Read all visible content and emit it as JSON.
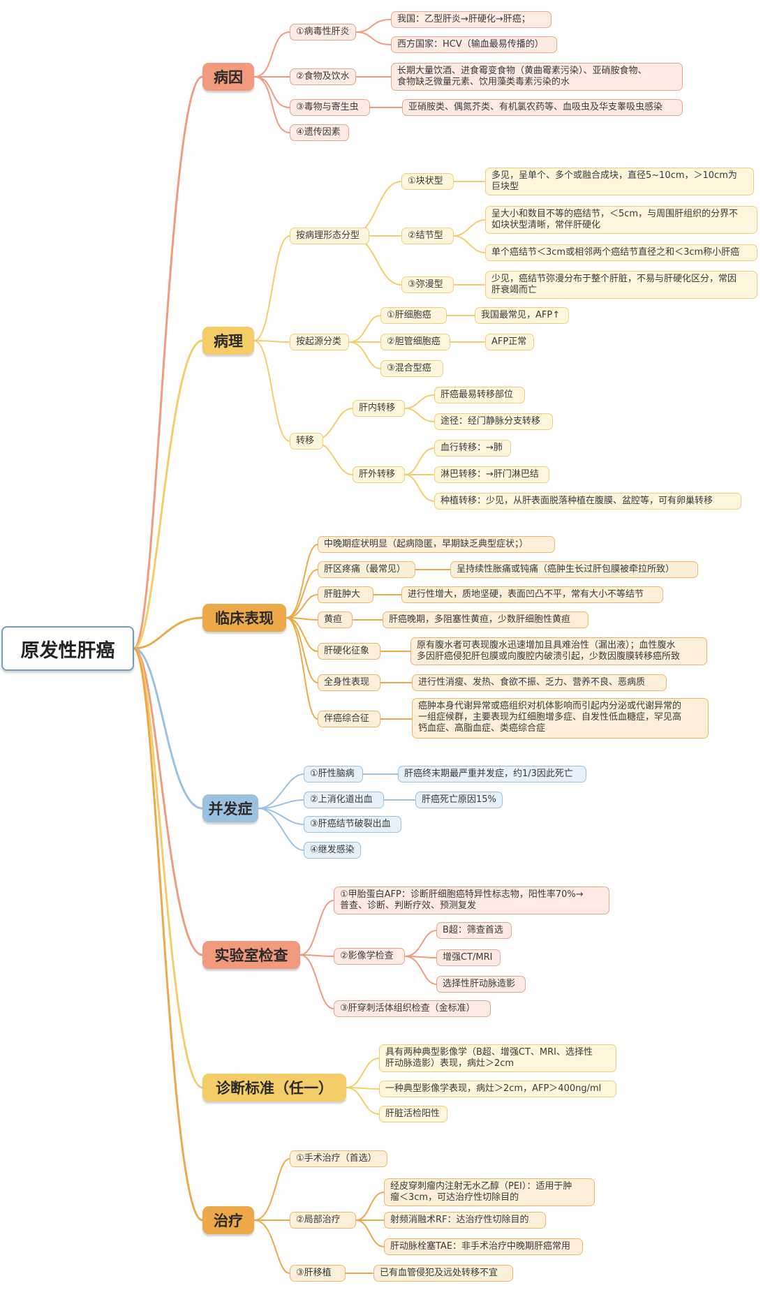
{
  "root": "原发性肝癌",
  "colors": {
    "red": "#f29a7e",
    "yellow": "#f5cd68",
    "orange": "#eda948",
    "blue": "#9cc0df"
  },
  "cause": {
    "title": "病因",
    "viral": "①病毒性肝炎",
    "viral_cn": "我国：乙型肝炎→肝硬化→肝癌；",
    "viral_west": "西方国家：HCV（输血最易传播的）",
    "food": "②食物及饮水",
    "food_desc_1": "长期大量饮酒、进食霉变食物（黄曲霉素污染）、亚硝胺食物、",
    "food_desc_2": "食物缺乏微量元素、饮用藻类毒素污染的水",
    "toxin": "③毒物与寄生虫",
    "toxin_desc": "亚硝胺类、偶氮芥类、有机氯农药等、血吸虫及华支睾吸虫感染",
    "genetic": "④遗传因素"
  },
  "pathology": {
    "title": "病理",
    "morph": "按病理形态分型",
    "mass": "①块状型",
    "mass_desc_1": "多见，呈单个、多个或融合成块，直径5~10cm，＞10cm为",
    "mass_desc_2": "巨块型",
    "nodular": "②结节型",
    "nodular_desc1_1": "呈大小和数目不等的癌结节，＜5cm，与周围肝组织的分界不",
    "nodular_desc1_2": "如块状型清晰，常伴肝硬化",
    "nodular_desc2": "单个癌结节＜3cm或相邻两个癌结节直径之和＜3cm称小肝癌",
    "diffuse": "③弥漫型",
    "diffuse_desc_1": "少见，癌结节弥漫分布于整个肝脏，不易与肝硬化区分，常因",
    "diffuse_desc_2": "肝衰竭而亡",
    "origin": "按起源分类",
    "hcc": "①肝细胞癌",
    "hcc_desc": "我国最常见，AFP↑",
    "cholang": "②胆管细胞癌",
    "cholang_desc": "AFP正常",
    "mixed": "③混合型癌",
    "meta": "转移",
    "intra": "肝内转移",
    "intra_1": "肝癌最易转移部位",
    "intra_2": "途径：经门静脉分支转移",
    "extra": "肝外转移",
    "extra_1": "血行转移：→肺",
    "extra_2": "淋巴转移：→肝门淋巴结",
    "extra_3": "种植转移：少见，从肝表面脱落种植在腹膜、盆腔等，可有卵巢转移"
  },
  "clinical": {
    "title": "临床表现",
    "late": "中晚期症状明显（起病隐匿，早期缺乏典型症状；）",
    "pain": "肝区疼痛（最常见）",
    "pain_desc": "呈持续性胀痛或钝痛（癌肿生长过肝包膜被牵拉所致）",
    "enlarge": "肝脏肿大",
    "enlarge_desc": "进行性增大，质地坚硬，表面凹凸不平，常有大小不等结节",
    "jaundice": "黄疸",
    "jaundice_desc": "肝癌晚期，多阻塞性黄疸，少数肝细胞性黄疸",
    "cirrhosis": "肝硬化征象",
    "cirrhosis_desc_1": "原有腹水者可表现腹水迅速增加且具难治性（漏出液）；血性腹水",
    "cirrhosis_desc_2": "多因肝癌侵犯肝包膜或向腹腔内破溃引起，少数因腹膜转移癌所致",
    "systemic": "全身性表现",
    "systemic_desc": "进行性消瘦、发热、食欲不振、乏力、营养不良、恶病质",
    "paraneo": "伴癌综合征",
    "paraneo_desc_1": "癌肿本身代谢异常或癌组织对机体影响而引起内分泌或代谢异常的",
    "paraneo_desc_2": "一组症候群，主要表现为红细胞增多症、自发性低血糖症，罕见高",
    "paraneo_desc_3": "钙血症、高脂血症、类癌综合症"
  },
  "complication": {
    "title": "并发症",
    "enceph": "①肝性脑病",
    "enceph_desc": "肝癌终末期最严重并发症，约1/3因此死亡",
    "bleed": "②上消化道出血",
    "bleed_desc": "肝癌死亡原因15%",
    "rupture": "③肝癌结节破裂出血",
    "infect": "④继发感染"
  },
  "lab": {
    "title": "实验室检查",
    "afp_1": "①甲胎蛋白AFP：诊断肝细胞癌特异性标志物，阳性率70%→",
    "afp_2": "普查、诊断、判断疗效、预测复发",
    "imaging": "②影像学检查",
    "us": "B超：筛查首选",
    "ct": "增强CT/MRI",
    "angio": "选择性肝动脉造影",
    "biopsy": "③肝穿刺活体组织检查（金标准）"
  },
  "diagnosis": {
    "title": "诊断标准（任一）",
    "c1_1": "具有两种典型影像学（B超、增强CT、MRI、选择性",
    "c1_2": "肝动脉造影）表现，病灶＞2cm",
    "c2": "一种典型影像学表现，病灶＞2cm，AFP＞400ng/ml",
    "c3": "肝脏活检阳性"
  },
  "treatment": {
    "title": "治疗",
    "surgery": "①手术治疗（首选）",
    "local": "②局部治疗",
    "pei_1": "经皮穿刺瘤内注射无水乙醇（PEI）：适用于肿",
    "pei_2": "瘤＜3cm，可达治疗性切除目的",
    "rf": "射频消融术RF：达治疗性切除目的",
    "tae": "肝动脉栓塞TAE：非手术治疗中晚期肝癌常用",
    "transplant": "③肝移植",
    "transplant_desc": "已有血管侵犯及远处转移不宜"
  }
}
